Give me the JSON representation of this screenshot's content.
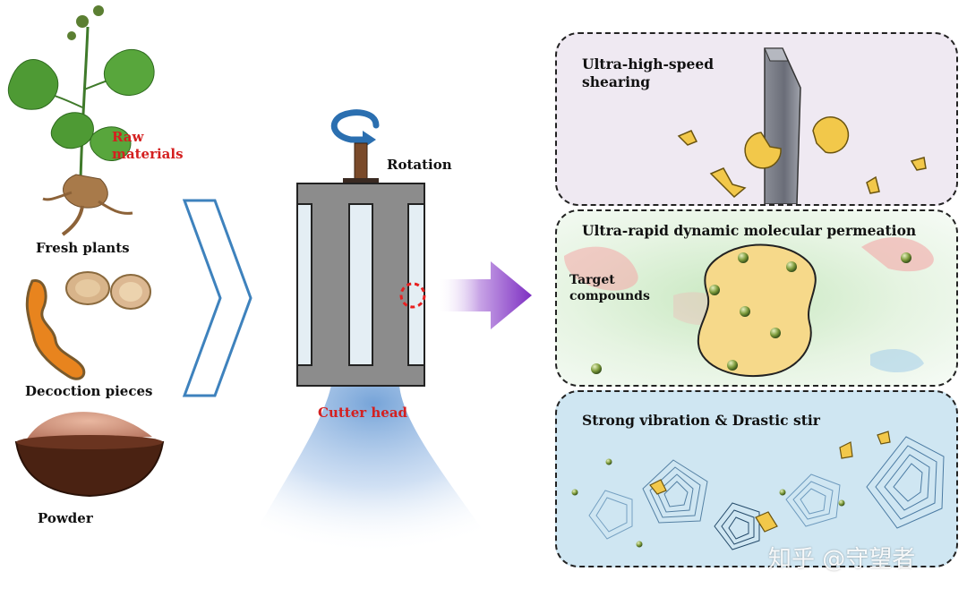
{
  "left": {
    "raw_materials": [
      "Raw",
      "materials"
    ],
    "fresh_plants": "Fresh plants",
    "decoction_pieces": "Decoction pieces",
    "powder": "Powder"
  },
  "center": {
    "rotation": "Rotation",
    "cutter_head": "Cutter head"
  },
  "panels": {
    "shearing": [
      "Ultra-high-speed",
      "shearing"
    ],
    "permeation": "Ultra-rapid dynamic molecular permeation",
    "target_compounds": [
      "Target",
      "compounds"
    ],
    "vibration": "Strong vibration & Drastic stir"
  },
  "watermark": "知乎 @守望者",
  "colors": {
    "label_red": "#d42020",
    "arrow_blue": "#2b6fb0",
    "arrow_purple": "#8a3cc8",
    "panel1_bg": "#efe9f2",
    "panel2_bg": "#e2f2e2",
    "panel3_bg": "#cfe6f2"
  }
}
